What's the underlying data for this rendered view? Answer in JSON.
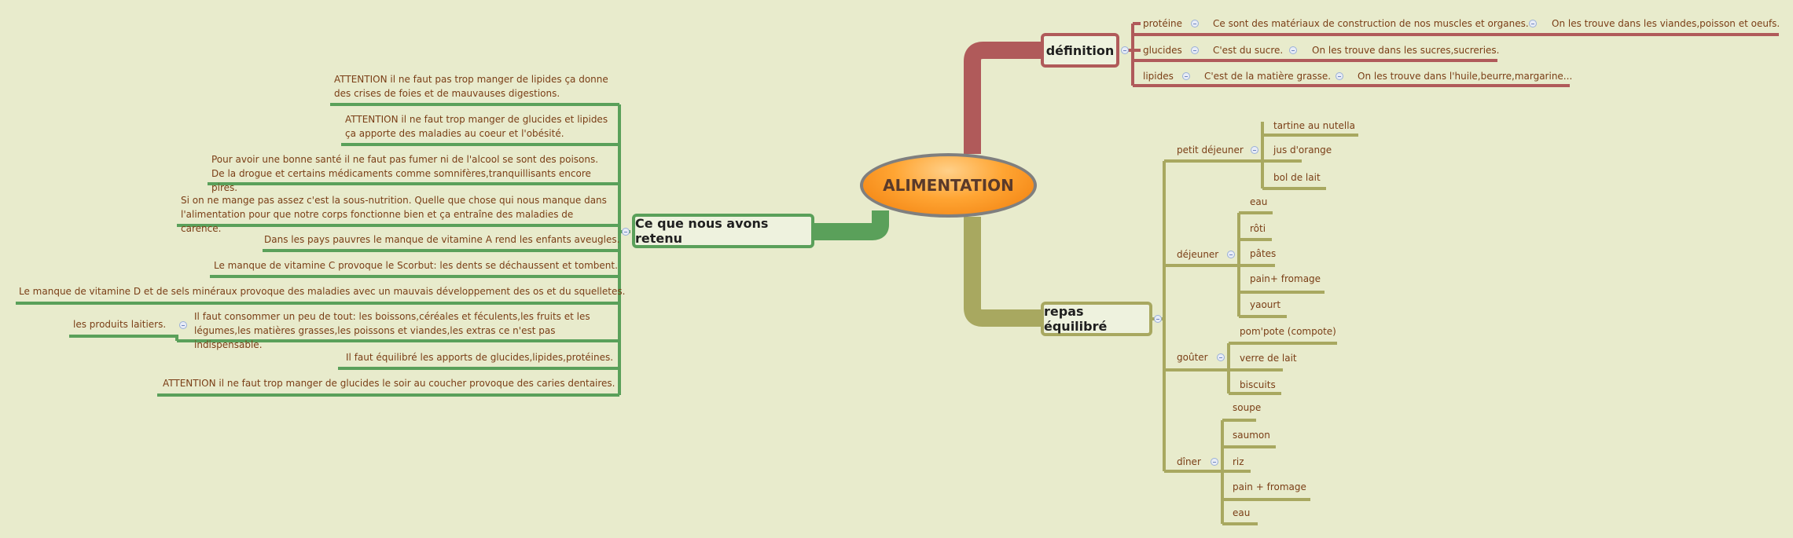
{
  "central": "ALIMENTATION",
  "definition": {
    "title": "définition",
    "items": [
      {
        "label": "protéine",
        "text": "Ce sont des matériaux de construction de nos muscles et organes.",
        "detail": "On les trouve dans les viandes,poisson et oeufs."
      },
      {
        "label": "glucides",
        "text": "C'est du sucre.",
        "detail": "On les trouve dans les sucres,sucreries."
      },
      {
        "label": "lipides",
        "text": "C'est de la matière grasse.",
        "detail": "On les trouve dans l'huile,beurre,margarine..."
      }
    ]
  },
  "repas": {
    "title": "repas équilibré",
    "meals": [
      {
        "label": "petit déjeuner",
        "foods": [
          "tartine au nutella",
          "jus d'orange",
          "bol de lait"
        ]
      },
      {
        "label": "déjeuner",
        "foods": [
          "eau",
          "rôti",
          "pâtes",
          "pain+ fromage",
          "yaourt"
        ]
      },
      {
        "label": "goûter",
        "foods": [
          "pom'pote (compote)",
          "verre de lait",
          "biscuits"
        ]
      },
      {
        "label": "dîner",
        "foods": [
          "soupe",
          "saumon",
          "riz",
          "pain + fromage",
          "eau"
        ]
      }
    ]
  },
  "retenu": {
    "title": "Ce que nous avons retenu",
    "items": [
      "ATTENTION il ne faut pas trop manger de lipides ça donne des crises de foies et de mauvauses digestions.",
      "ATTENTION il ne faut trop manger de glucides et lipides ça apporte des maladies au coeur et l'obésité.",
      "Pour avoir une bonne santé il ne faut pas fumer ni de l'alcool se sont des poisons. De la drogue et certains médicaments comme somnifères,tranquillisants encore pires.",
      "Si on ne mange pas assez c'est la sous-nutrition. Quelle que chose qui nous manque dans l'alimentation pour que notre corps fonctionne bien et ça entraîne des maladies de carence.",
      "Dans les pays pauvres le manque de vitamine A rend les enfants aveugles.",
      "Le manque de vitamine C provoque le Scorbut: les dents se déchaussent et tombent.",
      "Le manque de vitamine D et de sels minéraux provoque des maladies avec un mauvais développement des os et du squelletes.",
      "Il faut consommer un peu de tout: les boissons,céréales et féculents,les fruits et les légumes,les matières grasses,les poissons et viandes,les extras ce n'est pas indispensable.",
      "Il faut équilibré les apports de glucides,lipides,protéines.",
      "ATTENTION il ne faut trop manger de glucides le soir au coucher provoque des caries dentaires."
    ],
    "sub_detail": "les produits laitiers."
  },
  "colors": {
    "background": "#e8ebcc",
    "definition": "#b05a5a",
    "repas": "#a8a860",
    "retenu": "#5aa05a",
    "text": "#7a3e16"
  }
}
